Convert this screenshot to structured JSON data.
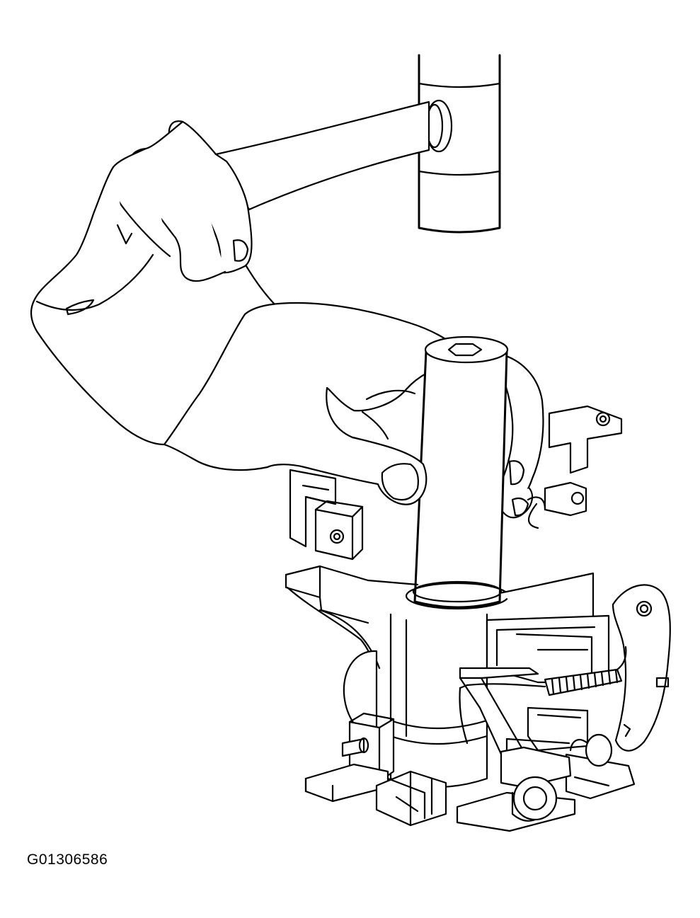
{
  "figure": {
    "id_label": "G01306586"
  },
  "colors": {
    "line": "#000000",
    "background": "#ffffff"
  },
  "parts": [
    "hammer",
    "left-hand",
    "right-hand",
    "driver-tool",
    "lock-housing",
    "spring",
    "pivot-lever"
  ]
}
